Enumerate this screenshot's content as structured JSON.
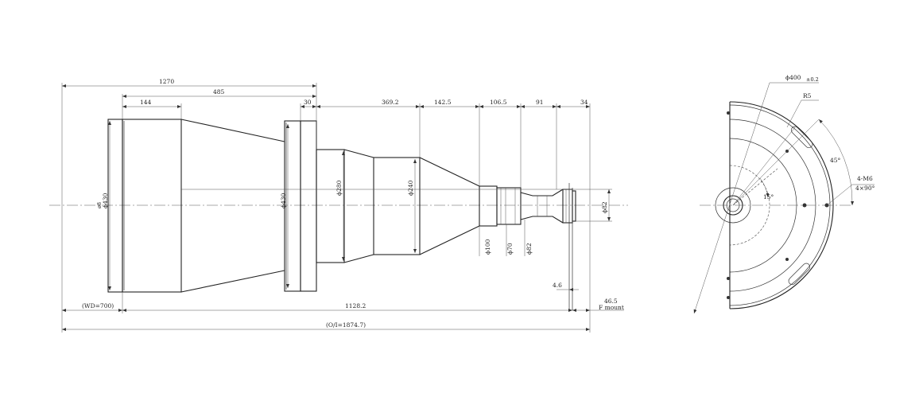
{
  "side_view": {
    "dims_top": {
      "overall_1270": "1270",
      "d485": "485",
      "d144": "144",
      "d30": "30",
      "d369_2": "369.2",
      "d142_5": "142.5",
      "d106_5": "106.5",
      "d91": "91",
      "d34": "34"
    },
    "diameters": {
      "front_430": "ϕ430",
      "flange_430": "ϕ430",
      "d280": "ϕ280",
      "d240": "ϕ240",
      "d100": "ϕ100",
      "d70": "ϕ70",
      "d82_low": "ϕ82",
      "d82_end": "ϕ82",
      "front_small": "ø8"
    },
    "dims_bottom": {
      "d4_6": "4.6",
      "d46_5": "46.5",
      "f_mount": "F mount",
      "wd": "(WD=700)",
      "d1128_2": "1128.2",
      "total": "(O/I=1874.7)"
    }
  },
  "end_view": {
    "diameter_label": "ϕ400",
    "tolerance": "±0.2",
    "radius": "R5",
    "angle_45": "45°",
    "angle_15": "15°",
    "holes_a": "4-M6",
    "holes_b": "4×90°"
  },
  "colors": {
    "line": "#333333",
    "background": "#ffffff"
  }
}
